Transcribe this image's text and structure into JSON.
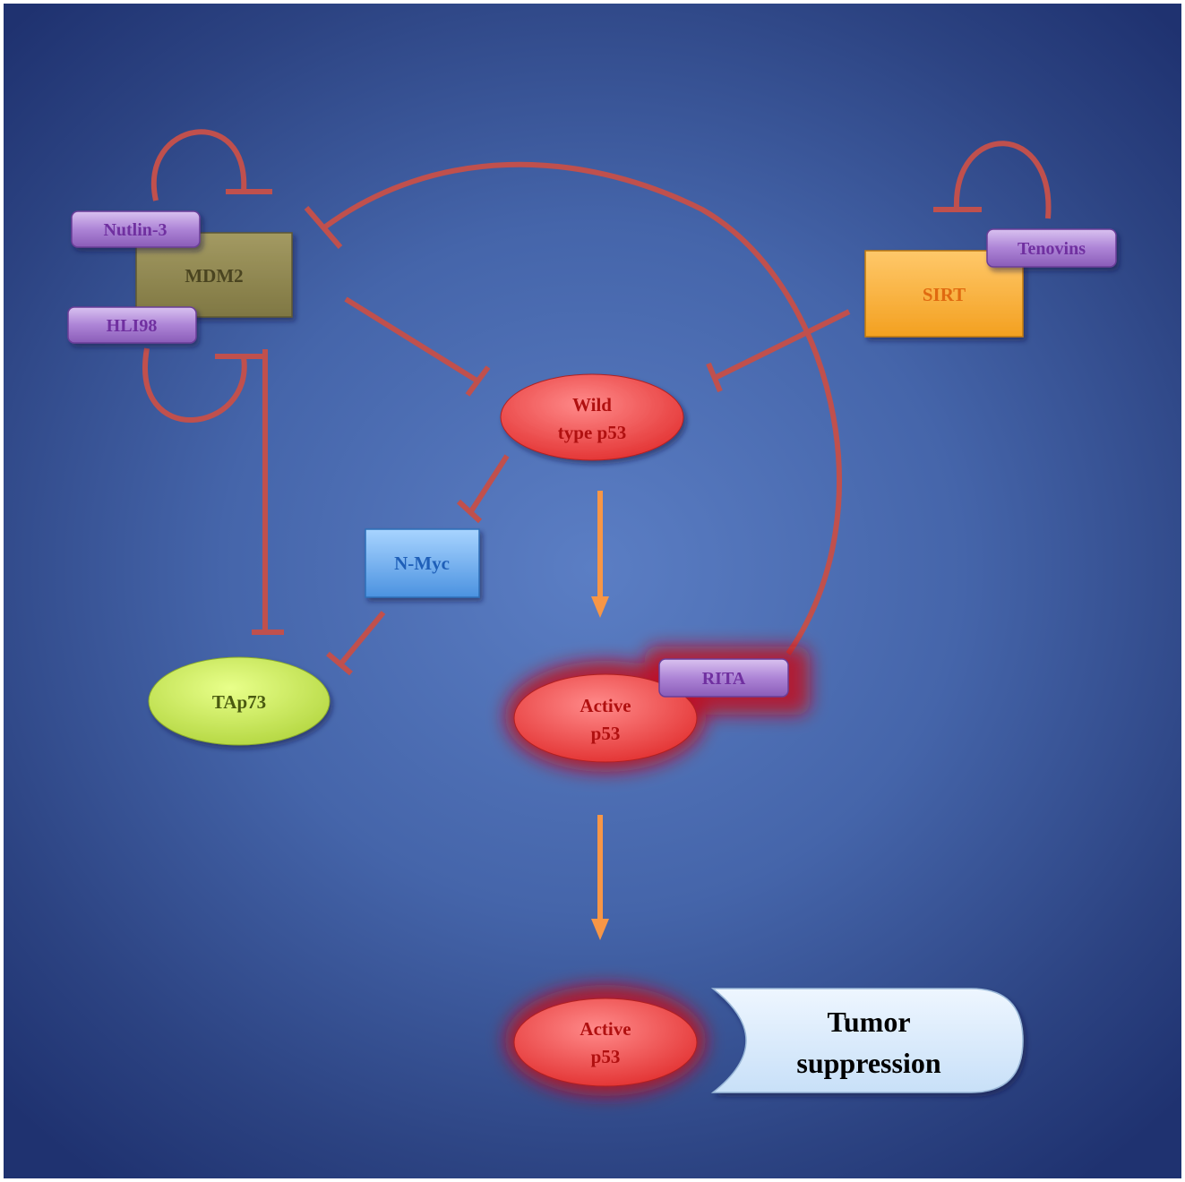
{
  "nodes": {
    "mdm2": "MDM2",
    "nutlin3": "Nutlin-3",
    "hli98": "HLI98",
    "sirt": "SIRT",
    "tenovins": "Tenovins",
    "wild_p53_line1": "Wild",
    "wild_p53_line2": "type p53",
    "nmyc": "N-Myc",
    "tap73": "TAp73",
    "rita": "RITA",
    "active_p53_1_line1": "Active",
    "active_p53_1_line2": "p53",
    "active_p53_2_line1": "Active",
    "active_p53_2_line2": "p53",
    "tumor_line1": "Tumor",
    "tumor_line2": "suppression"
  },
  "colors": {
    "inhibition": "#c0504d",
    "activation": "#f79646",
    "drug": "#9460c0",
    "drug_text": "#7030a0",
    "mdm2": "#938953",
    "sirt": "#fbb040",
    "p53": "#e8383a",
    "nmyc": "#5aa0e6",
    "tap73": "#c4e35a",
    "tumor": "#dcebfa"
  }
}
